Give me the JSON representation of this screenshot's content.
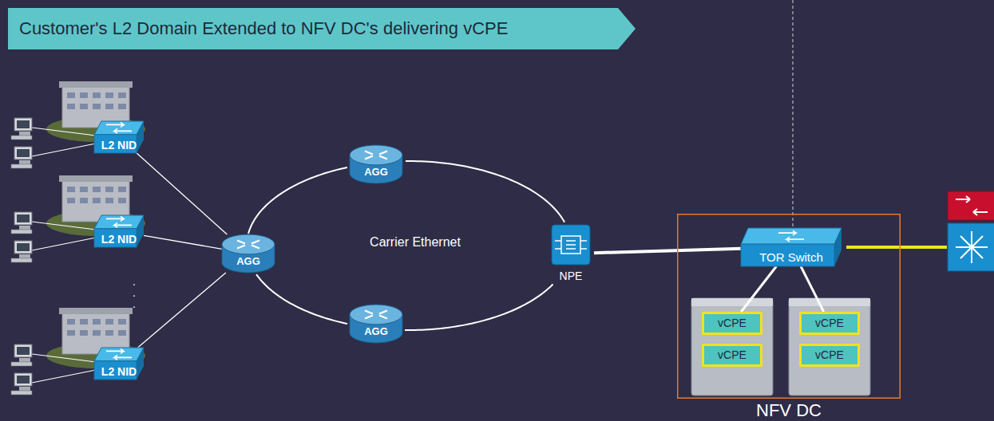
{
  "diagram": {
    "nodes": [
      {
        "text": [
          "Customer's L2 Domain Extended to NFV DC's delivering vCPE"
        ]
      },
      {
        "text": [
          "L2 NID"
        ]
      },
      {
        "text": [
          "L2 NID"
        ]
      },
      {
        "text": [
          "L2 NID"
        ]
      },
      {
        "text": [
          "AGG"
        ]
      },
      {
        "text": [
          "AGG"
        ]
      },
      {
        "text": [
          "AGG"
        ]
      },
      {
        "text": [
          "NPE"
        ]
      },
      {
        "text": [
          "NFV DC"
        ]
      },
      {
        "text": [
          "TOR Switch"
        ],
        "in": 8
      },
      {
        "text": [
          "vCPE"
        ],
        "in": 8
      },
      {
        "text": [
          "vCPE"
        ],
        "in": 8
      },
      {
        "text": [
          "vCPE"
        ],
        "in": 8
      },
      {
        "text": [
          "vCPE"
        ],
        "in": 8
      }
    ],
    "edges": [
      {
        "from": 1,
        "to": 4,
        "arrow": "none"
      },
      {
        "from": 2,
        "to": 4,
        "arrow": "none"
      },
      {
        "from": 3,
        "to": 4,
        "arrow": "none"
      },
      {
        "from": 4,
        "to": 5,
        "arrow": "none"
      },
      {
        "from": 5,
        "to": 7,
        "arrow": "none"
      },
      {
        "from": 7,
        "to": 6,
        "arrow": "none"
      },
      {
        "from": 6,
        "to": 4,
        "arrow": "none"
      },
      {
        "from": 7,
        "to": 9,
        "arrow": "none"
      },
      {
        "from": 9,
        "to": 10,
        "arrow": "none"
      },
      {
        "from": 9,
        "to": 11,
        "arrow": "none"
      }
    ],
    "labels": [
      "Carrier Ethernet",
      ".",
      ".",
      "."
    ]
  }
}
